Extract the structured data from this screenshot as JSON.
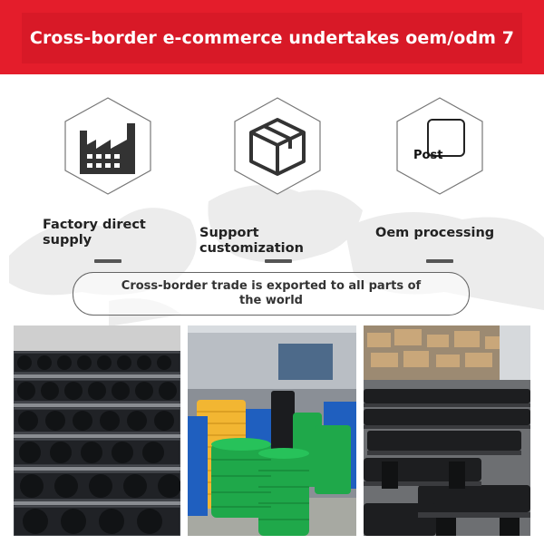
{
  "header": {
    "title": "Cross-border e-commerce undertakes oem/odm 7"
  },
  "features": [
    {
      "icon": "factory-icon",
      "label": "Factory direct supply"
    },
    {
      "icon": "package-box-icon",
      "label": "Support customization"
    },
    {
      "icon": "post-icon",
      "label": "Oem processing",
      "icon_text": "Post"
    }
  ],
  "banner": {
    "text": "Cross-border trade is exported to all parts of the world"
  },
  "photos": [
    {
      "icon": "dumbbell-stacks-photo"
    },
    {
      "icon": "weight-plates-photo"
    },
    {
      "icon": "fitness-benches-photo"
    }
  ],
  "colors": {
    "brand_red": "#e41d2b",
    "plate_green": "#1fa84a",
    "plate_yellow": "#f2b632",
    "plate_blue": "#1f5fbf"
  }
}
